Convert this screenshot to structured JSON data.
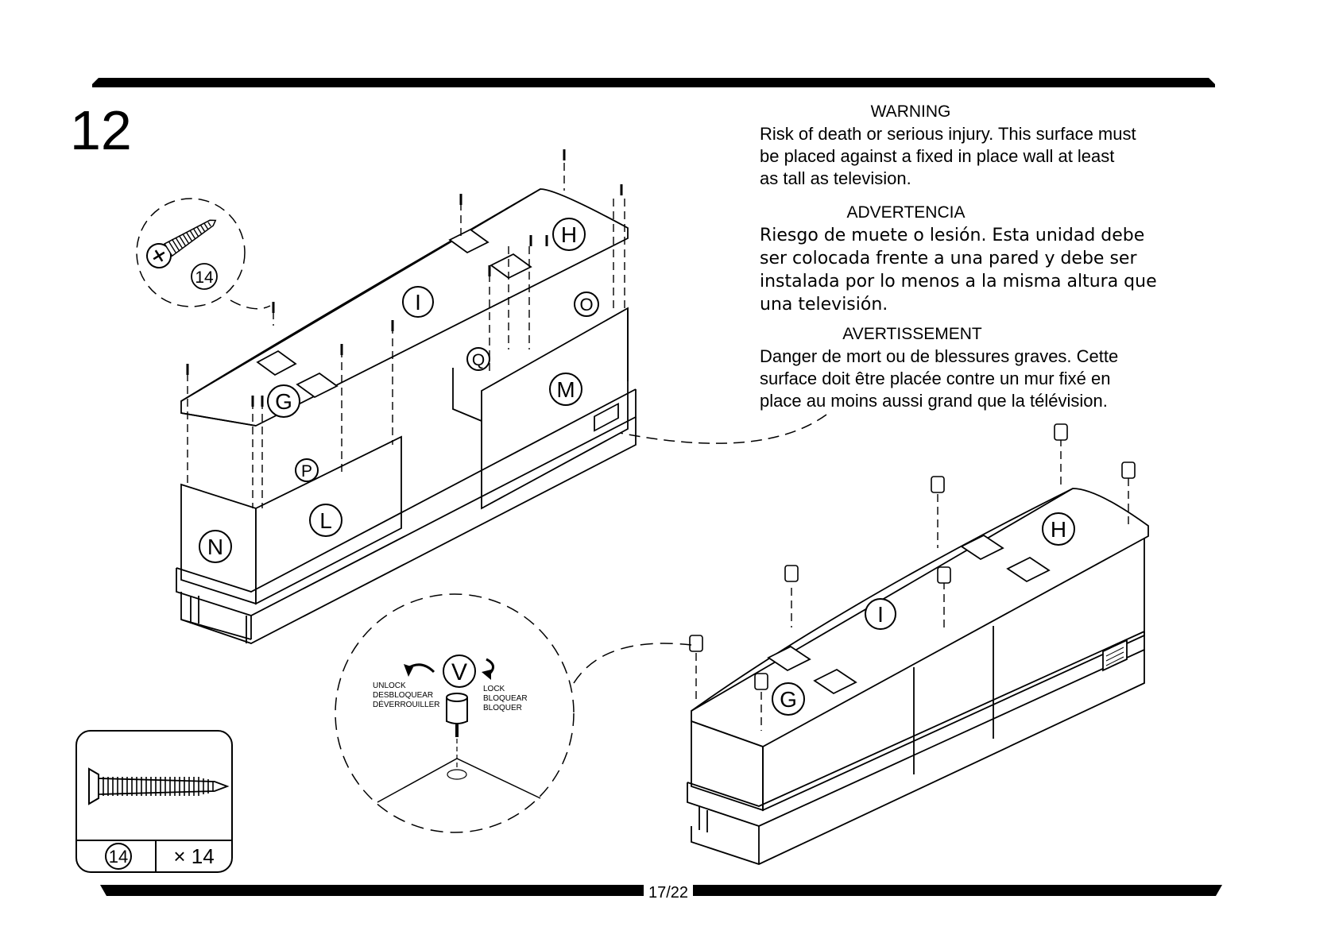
{
  "step_number": "12",
  "warnings": {
    "en_title": "WARNING",
    "en_lines": [
      "Risk of death or serious injury. This surface must",
      "be placed against  a fixed in place wall at least",
      "as tall as television."
    ],
    "es_title": "ADVERTENCIA",
    "es_lines": [
      "Riesgo de muete o lesión. Esta unidad debe",
      "ser colocada frente a una pared y debe ser",
      "instalada por lo menos a la misma altura que",
      "una televisión."
    ],
    "fr_title": "AVERTISSEMENT",
    "fr_lines": [
      "Danger de mort ou de blessures graves. Cette",
      "surface doit être placée contre un mur fixé en",
      "place au moins aussi grand que la télévision."
    ]
  },
  "part_labels": {
    "left": [
      "H",
      "I",
      "O",
      "Q",
      "M",
      "G",
      "P",
      "L",
      "N"
    ],
    "right": [
      "H",
      "I",
      "G"
    ]
  },
  "screw_callout": {
    "label": "14"
  },
  "parts_box": {
    "part": "14",
    "quantity": "× 14"
  },
  "foot_detail": {
    "label": "V",
    "unlock": [
      "UNLOCK",
      "DESBLOQUEAR",
      "DÉVERROUILLER"
    ],
    "lock": [
      "LOCK",
      "BLOQUEAR",
      "BLOQUER"
    ]
  },
  "page_number": "17/22"
}
